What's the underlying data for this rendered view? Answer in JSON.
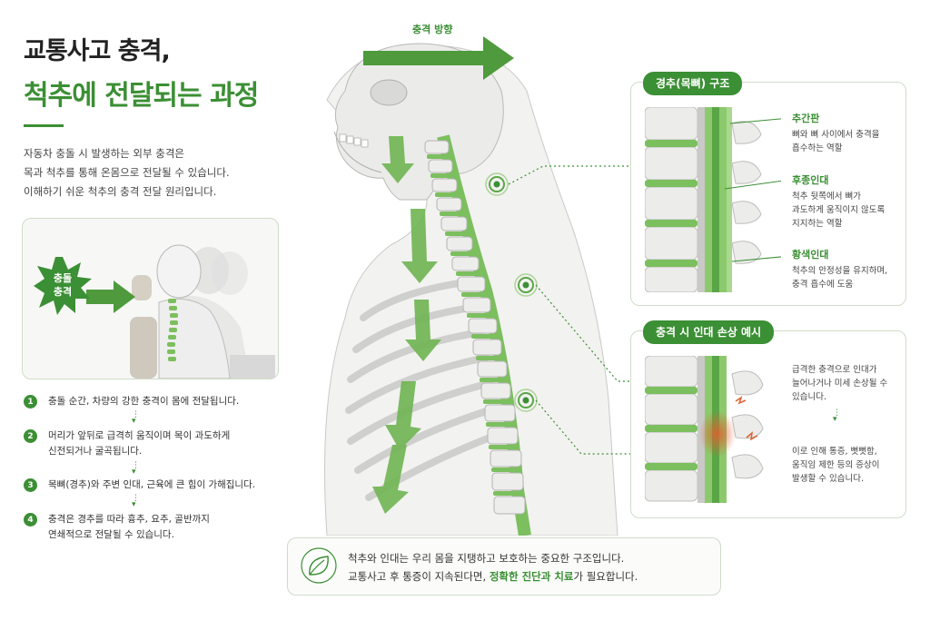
{
  "title": {
    "line1": "교통사고 충격,",
    "line2": "척추에 전달되는 과정"
  },
  "intro": [
    "자동차 충돌 시 발생하는 외부 충격은",
    "목과 척추를 통해 온몸으로 전달될 수 있습니다.",
    "이해하기 쉬운 척추의 충격 전달 원리입니다."
  ],
  "impact_label": [
    "충돌",
    "충격"
  ],
  "direction_label": "충격 방향",
  "steps": [
    {
      "num": "1",
      "lines": [
        "충돌 순간, 차량의 강한 충격이 몸에 전달됩니다."
      ]
    },
    {
      "num": "2",
      "lines": [
        "머리가 앞뒤로 급격히 움직이며 목이 과도하게",
        "신전되거나 굴곡됩니다."
      ]
    },
    {
      "num": "3",
      "lines": [
        "목뼈(경추)와 주변 인대, 근육에 큰 힘이 가해집니다."
      ]
    },
    {
      "num": "4",
      "lines": [
        "충격은 경추를 따라 흉추, 요추, 골반까지",
        "연쇄적으로 전달될 수 있습니다."
      ]
    }
  ],
  "structure": {
    "title": "경추(목뼈) 구조",
    "items": [
      {
        "title": "추간판",
        "desc": [
          "뼈와 뼈 사이에서 충격을",
          "흡수하는 역할"
        ]
      },
      {
        "title": "후종인대",
        "desc": [
          "척추 뒷쪽에서 뼈가",
          "과도하게 움직이지 않도록",
          "지지하는 역할"
        ]
      },
      {
        "title": "황색인대",
        "desc": [
          "척추의 안정성을 유지하며,",
          "충격 흡수에 도움"
        ]
      }
    ]
  },
  "damage": {
    "title": "충격 시 인대 손상 예시",
    "text1": [
      "급격한 충격으로 인대가",
      "늘어나거나 미세 손상될 수",
      "있습니다."
    ],
    "text2": [
      "이로 인해 통증, 뻣뻣함,",
      "움직임 제한 등의 증상이",
      "발생할 수 있습니다."
    ]
  },
  "footer": {
    "line1": "척추와 인대는 우리 몸을 지탱하고 보호하는 중요한 구조입니다.",
    "line2_pre": "교통사고 후 통증이 지속된다면, ",
    "line2_hl": "정확한 진단과 치료",
    "line2_post": "가 필요합니다."
  },
  "colors": {
    "accent": "#3b8f34",
    "spine_green": "#7cbf5e",
    "bone": "#ececeb",
    "impact_red": "#e06030"
  },
  "icons": {
    "footer": "leaf-icon",
    "impact": "starburst-icon",
    "target": "target-ring-icon"
  }
}
